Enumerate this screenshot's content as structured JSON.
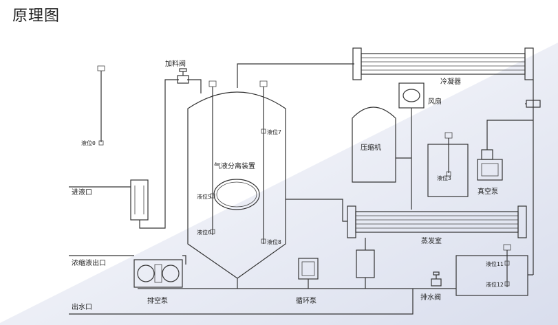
{
  "title": "原理图",
  "labels": {
    "feed_valve": "加料阀",
    "condenser": "冷凝器",
    "fan": "风扇",
    "compressor": "压缩机",
    "separator": "气液分离装置",
    "inlet": "进液口",
    "concentrate_outlet": "浓缩液出口",
    "water_outlet": "出水口",
    "exhaust_pump": "排空泵",
    "circulation_pump": "循环泵",
    "drain_valve": "排水阀",
    "evaporator": "蒸发室",
    "vacuum_pump": "真空泵"
  },
  "sensors": {
    "s0": "液位0",
    "s3": "液位3",
    "s5": "液位5",
    "s6": "液位6",
    "s7": "液位7",
    "s8": "液位8",
    "s11": "液位11",
    "s12": "液位12"
  },
  "colors": {
    "gradient_light": "#ffffff",
    "gradient_dark": "#d7dcec",
    "line": "#333333"
  }
}
